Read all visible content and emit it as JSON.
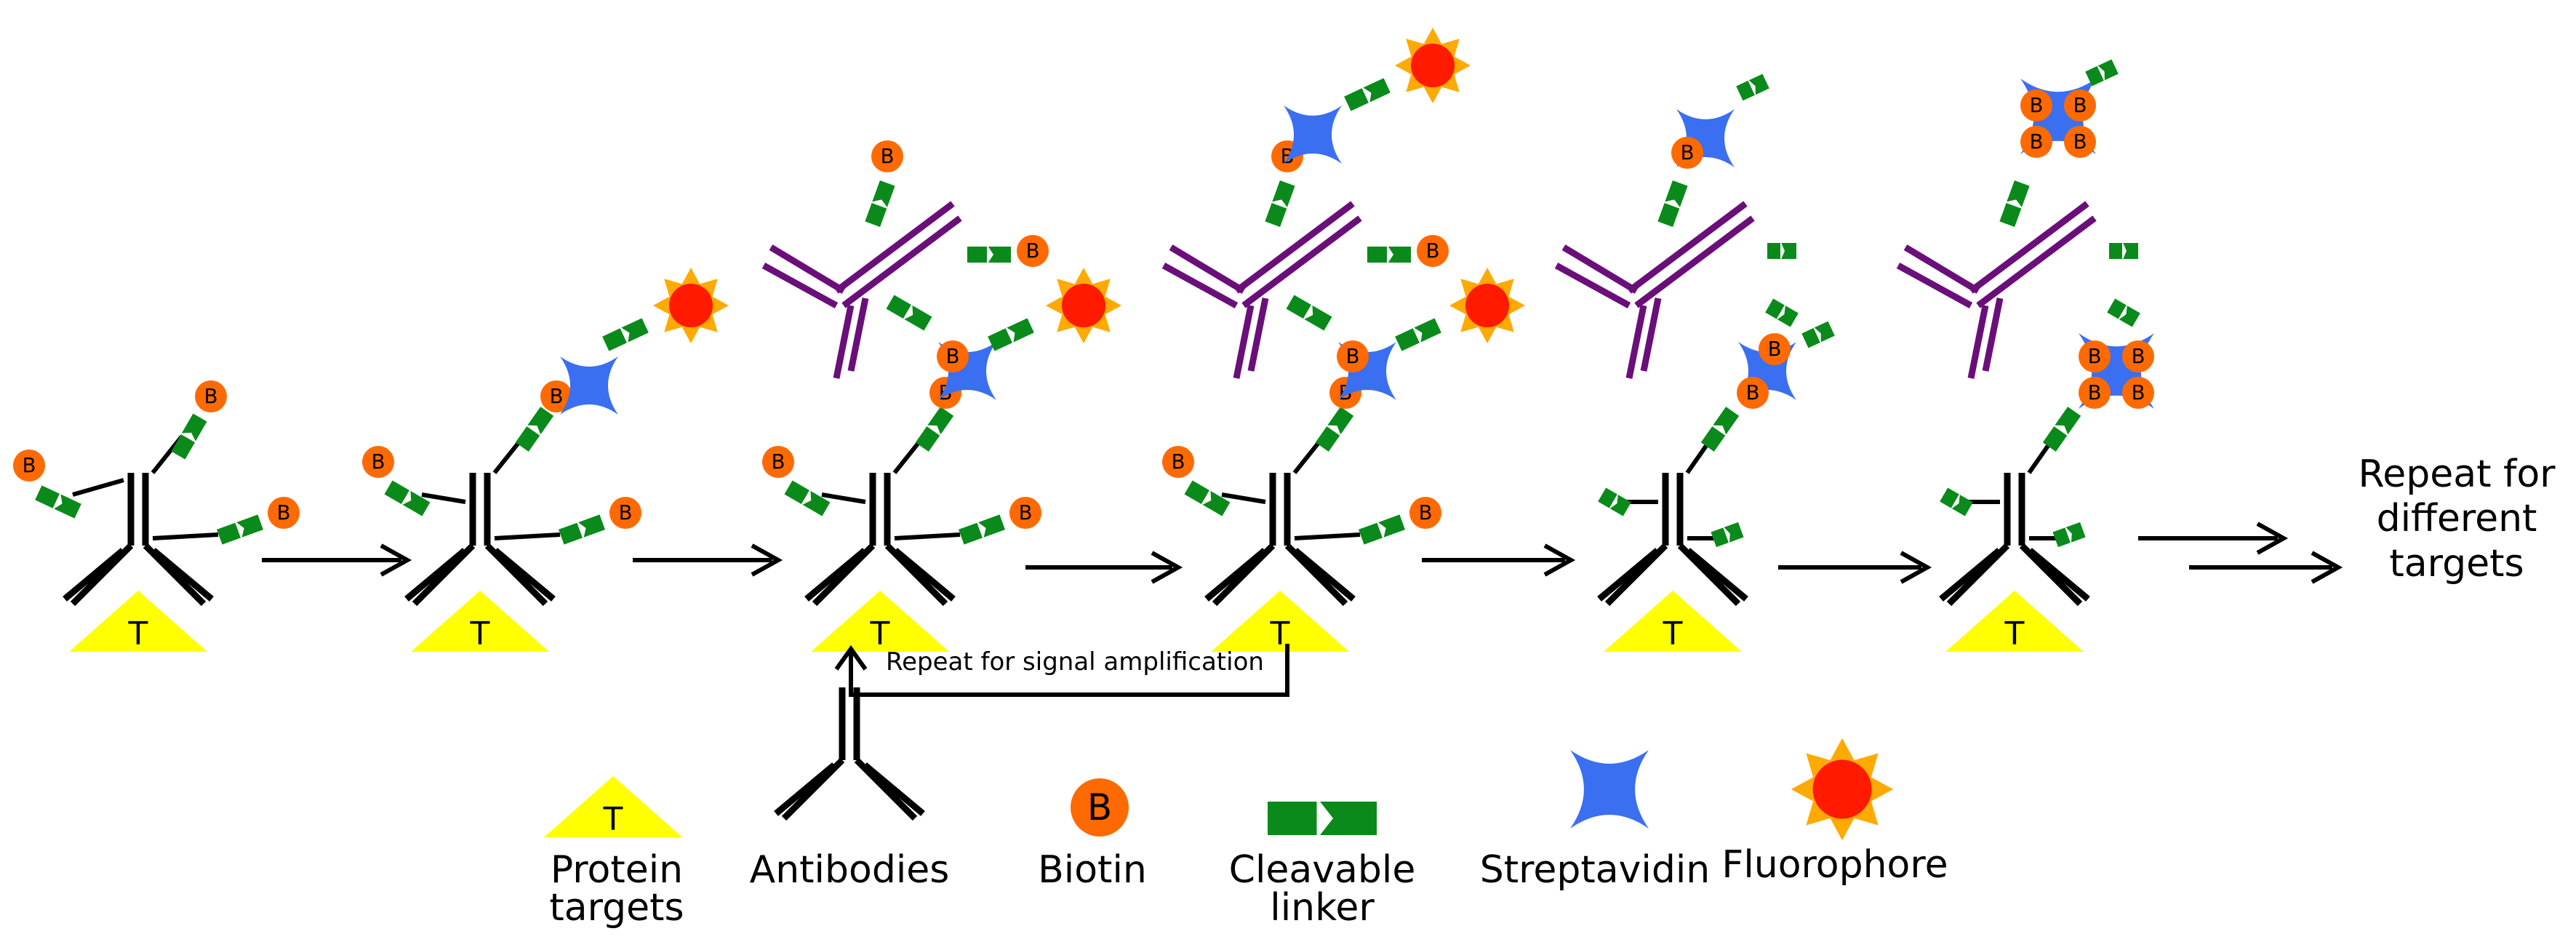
{
  "colors": {
    "target": "#ffff00",
    "antibody_primary": "#000000",
    "antibody_secondary": "#6a0f7a",
    "biotin": "#ff6a00",
    "linker": "#0a8a1a",
    "streptavidin": "#3a6ff2",
    "fluorophore_core": "#ff1a00",
    "fluorophore_rays": "#ffaa00",
    "arrow": "#000000"
  },
  "symbols": {
    "target_letter": "T",
    "biotin_letter": "B"
  },
  "annotations": {
    "amplification_loop": "Repeat for signal amplification",
    "repeat_targets": "Repeat for different targets"
  },
  "legend": [
    {
      "icon": "protein-target-icon",
      "label": "Protein targets"
    },
    {
      "icon": "antibody-icon",
      "label": "Antibodies"
    },
    {
      "icon": "biotin-icon",
      "label": "Biotin"
    },
    {
      "icon": "cleavable-linker-icon",
      "label": "Cleavable linker"
    },
    {
      "icon": "streptavidin-icon",
      "label": "Streptavidin"
    },
    {
      "icon": "fluorophore-icon",
      "label": "Fluorophore"
    }
  ]
}
